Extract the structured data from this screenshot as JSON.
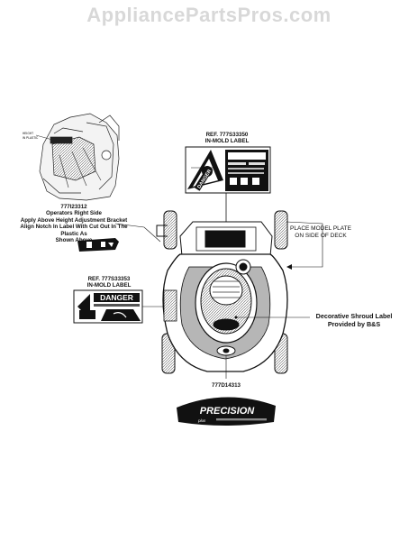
{
  "watermark": "AppliancePartsPros.com",
  "labels": {
    "top_ref": {
      "ref": "REF. 777S33350",
      "type": "IN-MOLD LABEL"
    },
    "left_ref": {
      "ref": "REF. 777S33353",
      "type": "IN-MOLD LABEL"
    },
    "operator_block": {
      "part": "777I23312",
      "line1": "Operators Right Side",
      "line2": "Apply Above Height Adjustment Bracket",
      "line3": "Align Notch In Label With Cut Out In The Plastic As",
      "line4": "Shown Above"
    },
    "model_plate": {
      "line1": "PLACE MODEL PLATE",
      "line2": "ON SIDE OF DECK"
    },
    "shroud": {
      "line1": "Decorative Shroud Label",
      "line2": "Provided by B&S"
    },
    "bottom_part": "777D14313",
    "danger_word": "DANGER",
    "brand_logo": "PRECISION",
    "brand_sub": "plus"
  },
  "colors": {
    "ink": "#111111",
    "watermark": "#d8d8d8",
    "paper": "#ffffff"
  }
}
